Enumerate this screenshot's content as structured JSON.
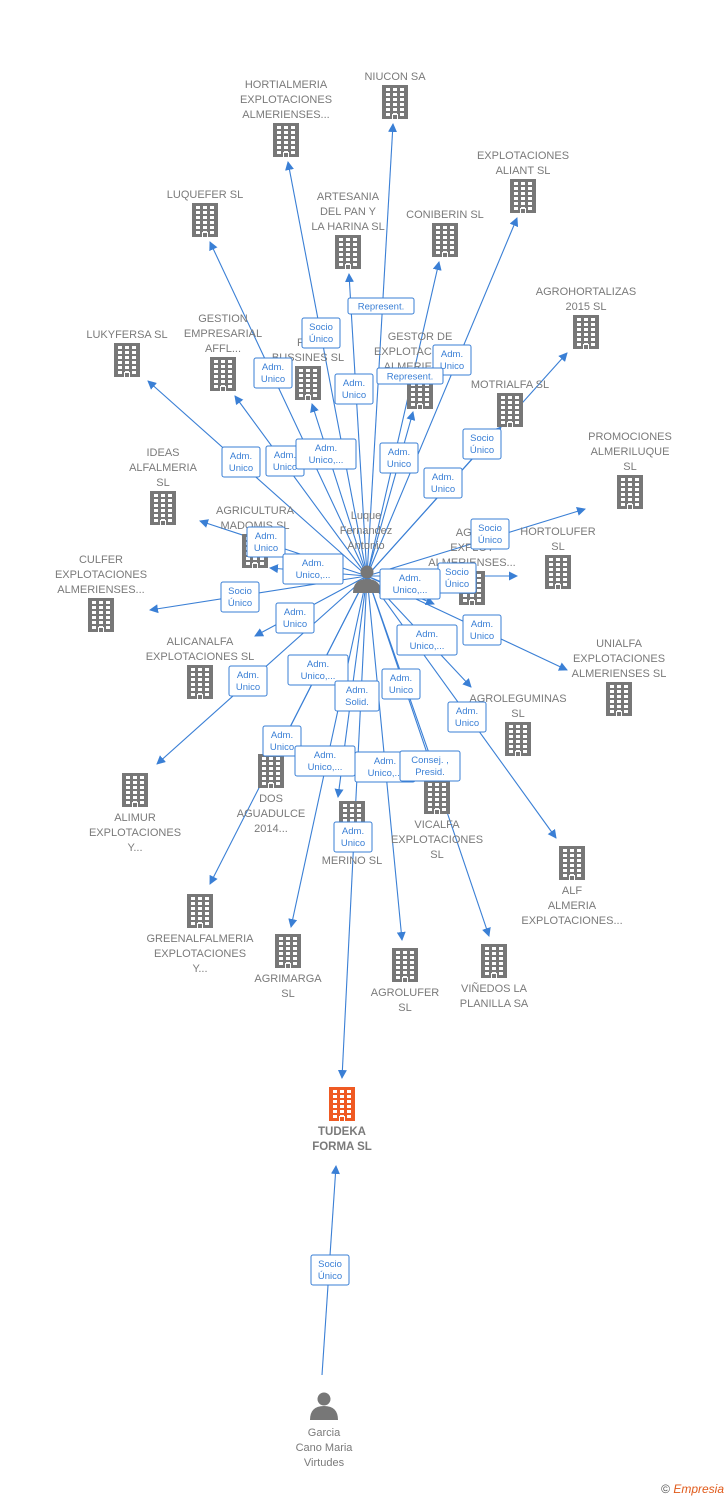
{
  "colors": {
    "edge": "#3a7fd5",
    "building": "#777777",
    "building_main": "#ef5a23",
    "person": "#777777"
  },
  "footer": {
    "copyright": "©",
    "brand": "Empresia"
  },
  "people": [
    {
      "id": "p1",
      "label": [
        "Luque",
        "Fernandez",
        "Antonio"
      ]
    },
    {
      "id": "p2",
      "label": [
        "Garcia",
        "Cano Maria",
        "Virtudes"
      ]
    }
  ],
  "companies": [
    {
      "id": "c1",
      "label": [
        "HORTIALMERIA",
        "EXPLOTACIONES",
        "ALMERIENSES..."
      ]
    },
    {
      "id": "c2",
      "label": [
        "NIUCON SA"
      ]
    },
    {
      "id": "c3",
      "label": [
        "EXPLOTACIONES",
        "ALIANT SL"
      ]
    },
    {
      "id": "c4",
      "label": [
        "LUQUEFER SL"
      ]
    },
    {
      "id": "c5",
      "label": [
        "ARTESANIA",
        "DEL PAN Y",
        "LA HARINA SL"
      ]
    },
    {
      "id": "c6",
      "label": [
        "CONIBERIN SL"
      ]
    },
    {
      "id": "c7",
      "label": [
        "AGROHORTALIZAS",
        "2015  SL"
      ]
    },
    {
      "id": "c8",
      "label": [
        "LUKYFERSA SL"
      ]
    },
    {
      "id": "c9",
      "label": [
        "GESTION",
        "EMPRESARIAL",
        "AFFL..."
      ]
    },
    {
      "id": "c10",
      "label": [
        "FER",
        "BUSSINES  SL"
      ]
    },
    {
      "id": "c11",
      "label": [
        "GESTOR DE",
        "EXPLOTACIONES",
        "ALMERIENS..."
      ]
    },
    {
      "id": "c12",
      "label": [
        "MOTRIALFA SL"
      ]
    },
    {
      "id": "c13",
      "label": [
        "PROMOCIONES",
        "ALMERILUQUE",
        "SL"
      ]
    },
    {
      "id": "c14",
      "label": [
        "IDEAS",
        "ALFALMERIA",
        "SL"
      ]
    },
    {
      "id": "c15",
      "label": [
        "AGRICULTURA",
        "MADOMIS  SL"
      ]
    },
    {
      "id": "c16",
      "label": [
        "AGRO",
        "EXPLOT",
        "ALMERIENSES..."
      ]
    },
    {
      "id": "c17",
      "label": [
        "HORTOLUFER",
        "SL"
      ]
    },
    {
      "id": "c18",
      "label": [
        "CULFER",
        "EXPLOTACIONES",
        "ALMERIENSES..."
      ]
    },
    {
      "id": "c19",
      "label": [
        "ALICANALFA",
        "EXPLOTACIONES SL"
      ]
    },
    {
      "id": "c20",
      "label": [
        "UNIALFA",
        "EXPLOTACIONES",
        "ALMERIENSES SL"
      ]
    },
    {
      "id": "c21",
      "label": [
        "AGROLEGUMINAS",
        "SL"
      ]
    },
    {
      "id": "c22",
      "label": [
        "DOS",
        "AGUADULCE",
        "2014..."
      ]
    },
    {
      "id": "c23",
      "label": [
        "ALIMUR",
        "EXPLOTACIONES",
        "Y..."
      ]
    },
    {
      "id": "c24",
      "label": [
        "L",
        "MERINO  SL"
      ]
    },
    {
      "id": "c25",
      "label": [
        "VICALFA",
        "EXPLOTACIONES",
        "SL"
      ]
    },
    {
      "id": "c26",
      "label": [
        "ALF",
        "ALMERIA",
        "EXPLOTACIONES..."
      ]
    },
    {
      "id": "c27",
      "label": [
        "GREENALFALMERIA",
        "EXPLOTACIONES",
        "Y..."
      ]
    },
    {
      "id": "c28",
      "label": [
        "AGRIMARGA",
        "SL"
      ]
    },
    {
      "id": "c29",
      "label": [
        "AGROLUFER",
        "SL"
      ]
    },
    {
      "id": "c30",
      "label": [
        "VIÑEDOS LA",
        "PLANILLA SA"
      ]
    },
    {
      "id": "c31",
      "label": [
        "TUDEKA",
        "FORMA  SL"
      ],
      "main": true
    }
  ],
  "edges": [
    {
      "from": "p1",
      "to": "c1",
      "role": [
        "Socio",
        "Único"
      ]
    },
    {
      "from": "p1",
      "to": "c2",
      "role": [
        "Represent."
      ]
    },
    {
      "from": "p1",
      "to": "c3",
      "role": [
        "Adm.",
        "Unico"
      ]
    },
    {
      "from": "p1",
      "to": "c4",
      "role": [
        "Adm.",
        "Unico"
      ]
    },
    {
      "from": "p1",
      "to": "c5",
      "role": [
        "Adm.",
        "Unico"
      ]
    },
    {
      "from": "p1",
      "to": "c6",
      "role": [
        "Represent."
      ]
    },
    {
      "from": "p1",
      "to": "c7",
      "role": [
        "Socio",
        "Único"
      ]
    },
    {
      "from": "p1",
      "to": "c8",
      "role": [
        "Adm.",
        "Unico"
      ]
    },
    {
      "from": "p1",
      "to": "c9",
      "role": [
        "Adm.",
        "Unico"
      ]
    },
    {
      "from": "p1",
      "to": "c10",
      "role": [
        "Adm.",
        "Unico,..."
      ]
    },
    {
      "from": "p1",
      "to": "c11",
      "role": [
        "Adm.",
        "Unico"
      ]
    },
    {
      "from": "p1",
      "to": "c12",
      "role": [
        "Adm.",
        "Unico"
      ]
    },
    {
      "from": "p1",
      "to": "c15",
      "role": [
        "Adm.",
        "Unico"
      ]
    },
    {
      "from": "p1",
      "to": "c17",
      "role": [
        "Socio",
        "Único"
      ]
    },
    {
      "from": "p1",
      "to": "c16",
      "role": [
        "Socio",
        "Único"
      ]
    },
    {
      "from": "p1",
      "to": "c14",
      "role": [
        "Adm.",
        "Unico,..."
      ]
    },
    {
      "from": "p1",
      "to": "c18",
      "role": [
        "Socio",
        "Único"
      ]
    },
    {
      "from": "p1",
      "to": "c13",
      "role": [
        "Adm.",
        "Unico,..."
      ]
    },
    {
      "from": "p1",
      "to": "c19",
      "role": [
        "Adm.",
        "Unico"
      ]
    },
    {
      "from": "p1",
      "to": "c20",
      "role": [
        "Adm.",
        "Unico"
      ]
    },
    {
      "from": "p1",
      "to": "c21",
      "role": [
        "Adm.",
        "Unico,..."
      ]
    },
    {
      "from": "p1",
      "to": "c23",
      "role": [
        "Adm.",
        "Unico"
      ]
    },
    {
      "from": "p1",
      "to": "c22",
      "role": [
        "Adm.",
        "Unico,..."
      ]
    },
    {
      "from": "p1",
      "to": "c24",
      "role": [
        "Adm.",
        "Solid."
      ]
    },
    {
      "from": "p1",
      "to": "c25",
      "role": [
        "Adm.",
        "Unico"
      ]
    },
    {
      "from": "p1",
      "to": "c26",
      "role": [
        "Adm.",
        "Unico"
      ]
    },
    {
      "from": "p1",
      "to": "c27",
      "role": [
        "Adm.",
        "Unico"
      ]
    },
    {
      "from": "p1",
      "to": "c28",
      "role": [
        "Adm.",
        "Unico,..."
      ]
    },
    {
      "from": "p1",
      "to": "c29",
      "role": [
        "Adm.",
        "Unico,..."
      ]
    },
    {
      "from": "p1",
      "to": "c30",
      "role": [
        "Consej. ,",
        "Presid."
      ]
    },
    {
      "from": "p1",
      "to": "c31",
      "role": [
        "Adm.",
        "Unico"
      ]
    },
    {
      "from": "p2",
      "to": "c31",
      "role": [
        "Socio",
        "Único"
      ]
    }
  ]
}
